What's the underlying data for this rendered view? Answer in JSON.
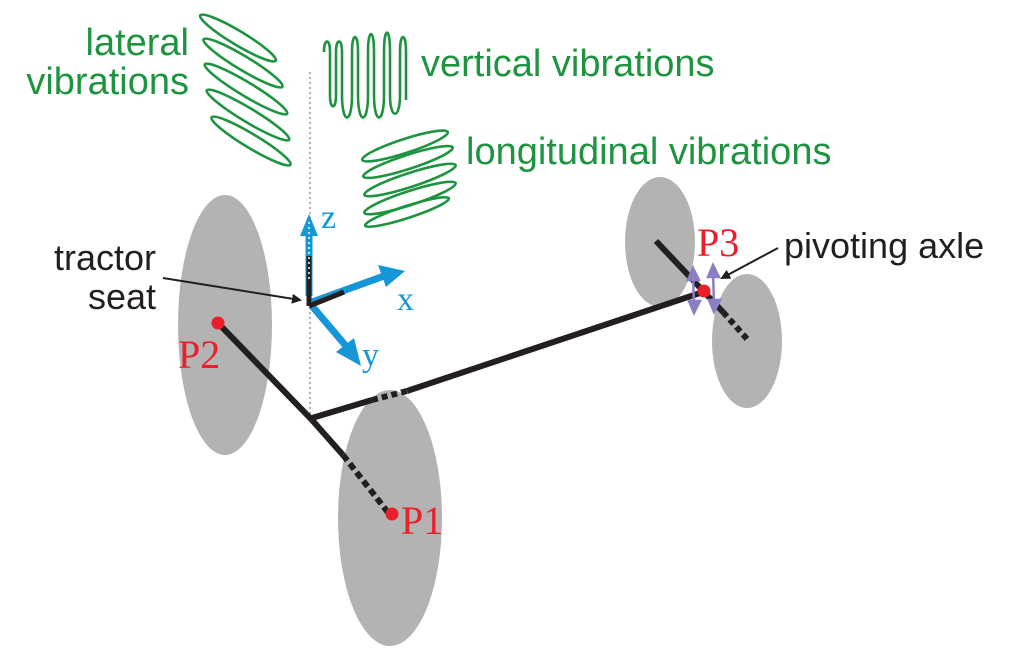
{
  "colors": {
    "wheel": "#b3b3b3",
    "frame": "#231f20",
    "vibration": "#1e9440",
    "axis": "#1596d6",
    "point": "#e8202a",
    "pivot_arrow": "#8b7fc4",
    "label": "#231f20",
    "vertical_guide": "#b0b0b0"
  },
  "labels": {
    "lateral": [
      "lateral",
      "vibrations"
    ],
    "vertical": "vertical vibrations",
    "longitudinal": "longitudinal vibrations",
    "tractor_seat": [
      "tractor",
      "seat"
    ],
    "pivoting_axle": "pivoting axle"
  },
  "axes": {
    "x": "x",
    "y": "y",
    "z": "z"
  },
  "points": {
    "p1": "P1",
    "p2": "P2",
    "p3": "P3"
  }
}
